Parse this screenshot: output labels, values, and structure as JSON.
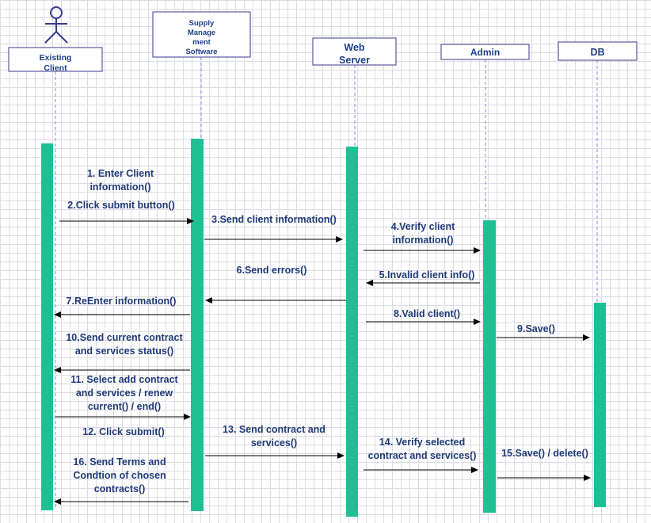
{
  "actor": {
    "icon": "stick-figure-icon",
    "lines": [
      "Existing",
      "Client"
    ]
  },
  "participants": [
    {
      "id": "client",
      "lines": [
        "Existing",
        "Client"
      ]
    },
    {
      "id": "sms",
      "lines": [
        "Supply",
        "Manage",
        "ment",
        "Software"
      ]
    },
    {
      "id": "web",
      "lines": [
        "Web",
        "Server"
      ]
    },
    {
      "id": "admin",
      "lines": [
        "Admin"
      ]
    },
    {
      "id": "db",
      "lines": [
        "DB"
      ]
    }
  ],
  "messages": [
    {
      "n": 1,
      "from": "client",
      "to": "sms",
      "lines": [
        "1. Enter Client",
        "information()"
      ]
    },
    {
      "n": 2,
      "from": "client",
      "to": "sms",
      "lines": [
        "2.Click submit button()"
      ]
    },
    {
      "n": 3,
      "from": "sms",
      "to": "web",
      "lines": [
        "3.Send client information()"
      ]
    },
    {
      "n": 4,
      "from": "web",
      "to": "admin",
      "lines": [
        "4.Verify client",
        "information()"
      ]
    },
    {
      "n": 5,
      "from": "admin",
      "to": "web",
      "lines": [
        "5.Invalid client info()"
      ]
    },
    {
      "n": 6,
      "from": "web",
      "to": "sms",
      "lines": [
        "6.Send errors()"
      ]
    },
    {
      "n": 7,
      "from": "sms",
      "to": "client",
      "lines": [
        "7.ReEnter information()"
      ]
    },
    {
      "n": 8,
      "from": "web",
      "to": "admin",
      "lines": [
        "8.Valid client()"
      ]
    },
    {
      "n": 9,
      "from": "admin",
      "to": "db",
      "lines": [
        "9.Save()"
      ]
    },
    {
      "n": 10,
      "from": "sms",
      "to": "client",
      "lines": [
        "10.Send current contract",
        "and services status()"
      ]
    },
    {
      "n": 11,
      "from": "client",
      "to": "sms",
      "lines": [
        "11. Select add contract",
        "and services / renew",
        "current() / end()"
      ]
    },
    {
      "n": 12,
      "from": "client",
      "to": "sms",
      "lines": [
        "12. Click submit()"
      ]
    },
    {
      "n": 13,
      "from": "sms",
      "to": "web",
      "lines": [
        "13. Send contract and",
        "services()"
      ]
    },
    {
      "n": 14,
      "from": "web",
      "to": "admin",
      "lines": [
        "14. Verify selected",
        "contract and services()"
      ]
    },
    {
      "n": 15,
      "from": "admin",
      "to": "db",
      "lines": [
        "15.Save() / delete()"
      ]
    },
    {
      "n": 16,
      "from": "sms",
      "to": "client",
      "lines": [
        "16. Send Terms and",
        "Condtion of chosen",
        "contracts()"
      ]
    }
  ],
  "colors": {
    "activation": "#1fbf96",
    "lifeline": "#8a8ad8",
    "label": "#1f3a78",
    "header_text": "#1c3e8c",
    "box_border": "#3a3a8c",
    "arrow": "#000000"
  }
}
